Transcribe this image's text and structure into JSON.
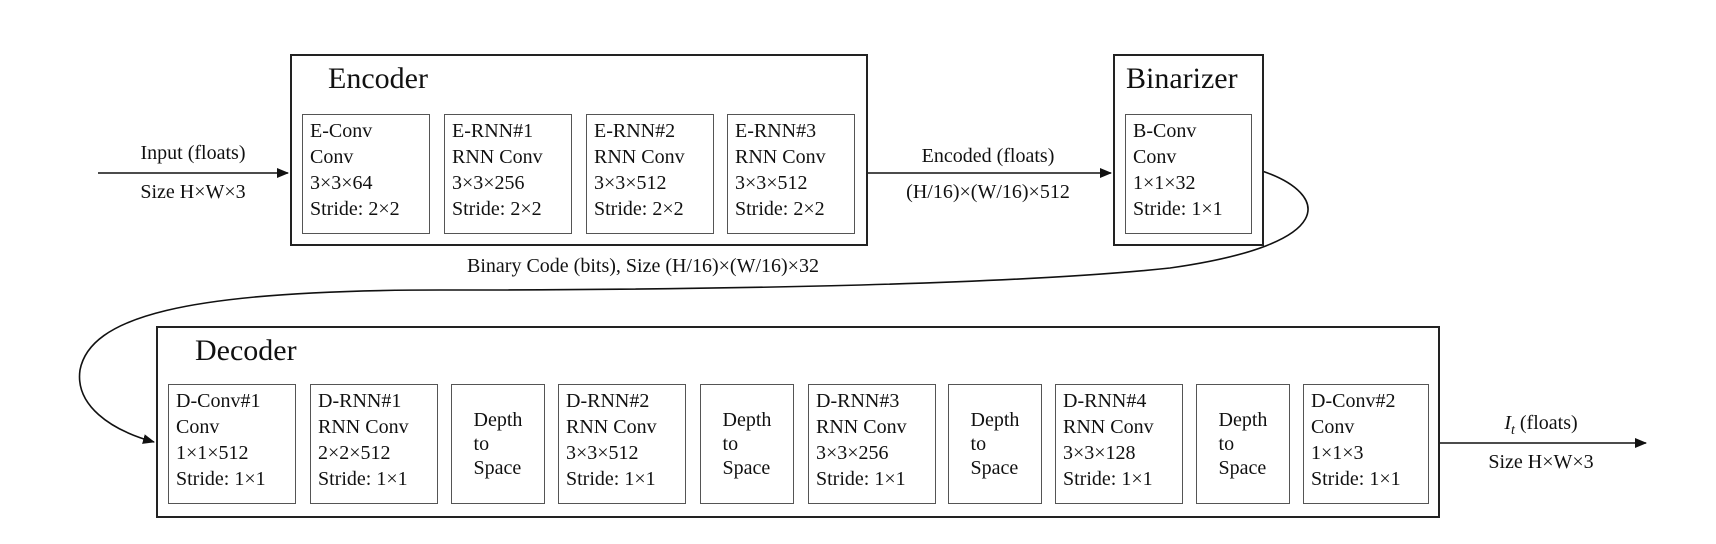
{
  "encoder": {
    "title": "Encoder",
    "blocks": [
      {
        "name": "E-Conv",
        "op": "Conv",
        "kernel": "3×3×64",
        "stride": "Stride: 2×2"
      },
      {
        "name": "E-RNN#1",
        "op": "RNN Conv",
        "kernel": "3×3×256",
        "stride": "Stride: 2×2"
      },
      {
        "name": "E-RNN#2",
        "op": "RNN Conv",
        "kernel": "3×3×512",
        "stride": "Stride: 2×2"
      },
      {
        "name": "E-RNN#3",
        "op": "RNN Conv",
        "kernel": "3×3×512",
        "stride": "Stride: 2×2"
      }
    ]
  },
  "binarizer": {
    "title": "Binarizer",
    "block": {
      "name": "B-Conv",
      "op": "Conv",
      "kernel": "1×1×32",
      "stride": "Stride: 1×1"
    }
  },
  "decoder": {
    "title": "Decoder",
    "blocks": [
      {
        "name": "D-Conv#1",
        "op": "Conv",
        "kernel": "1×1×512",
        "stride": "Stride: 1×1"
      },
      {
        "name": "D-RNN#1",
        "op": "RNN Conv",
        "kernel": "2×2×512",
        "stride": "Stride: 1×1"
      },
      {
        "l1": "Depth",
        "l2": "to",
        "l3": "Space"
      },
      {
        "name": "D-RNN#2",
        "op": "RNN Conv",
        "kernel": "3×3×512",
        "stride": "Stride: 1×1"
      },
      {
        "l1": "Depth",
        "l2": "to",
        "l3": "Space"
      },
      {
        "name": "D-RNN#3",
        "op": "RNN Conv",
        "kernel": "3×3×256",
        "stride": "Stride: 1×1"
      },
      {
        "l1": "Depth",
        "l2": "to",
        "l3": "Space"
      },
      {
        "name": "D-RNN#4",
        "op": "RNN Conv",
        "kernel": "3×3×128",
        "stride": "Stride: 1×1"
      },
      {
        "l1": "Depth",
        "l2": "to",
        "l3": "Space"
      },
      {
        "name": "D-Conv#2",
        "op": "Conv",
        "kernel": "1×1×3",
        "stride": "Stride: 1×1"
      }
    ]
  },
  "edges": {
    "input": {
      "top": "Input (floats)",
      "bottom": "Size H×W×3"
    },
    "encoded": {
      "top": "Encoded (floats)",
      "bottom": "(H/16)×(W/16)×512"
    },
    "binary": "Binary Code (bits), Size (H/16)×(W/16)×32",
    "output": {
      "var": "I",
      "sub": "t",
      "top_suffix": " (floats)",
      "bottom": "Size H×W×3"
    }
  }
}
